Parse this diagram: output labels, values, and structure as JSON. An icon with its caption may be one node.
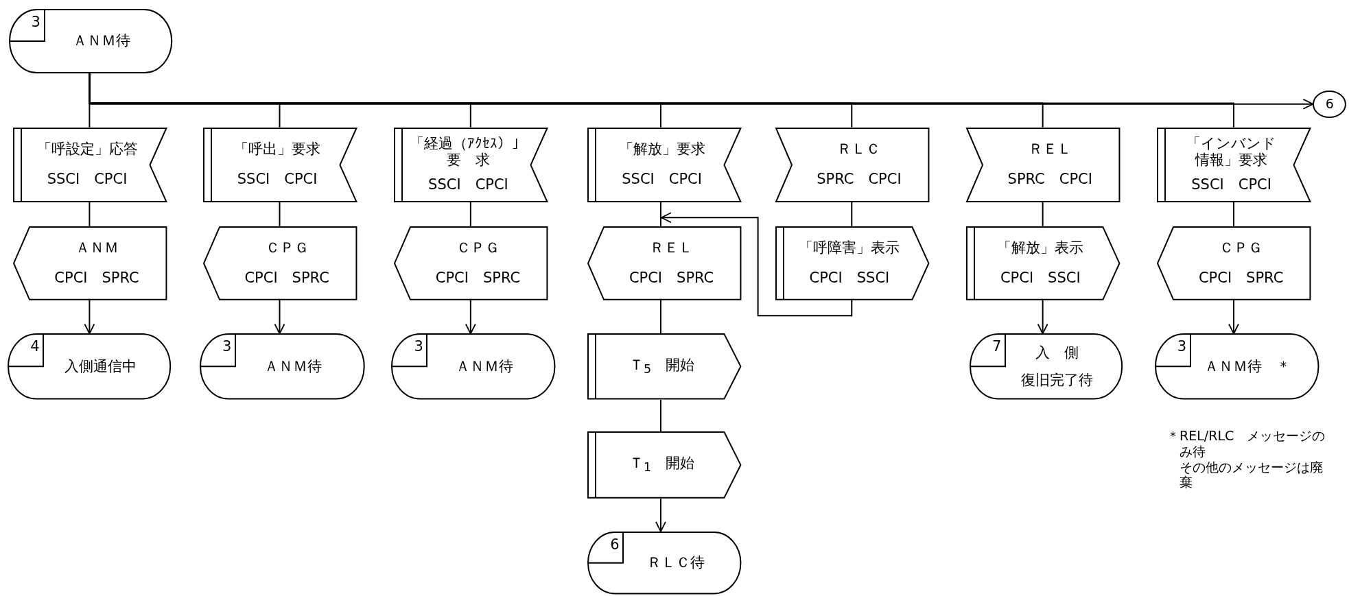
{
  "diagram": {
    "nodes": [
      {
        "text": [
          "3",
          "ＡＮＭ待"
        ]
      },
      {
        "text": [
          "「呼設定」応答",
          "SSCI　CPCI"
        ]
      },
      {
        "text": [
          "「呼出」要求",
          "SSCI　CPCI"
        ]
      },
      {
        "text": [
          "「経過（ｱｸｾｽ）」要　求",
          "SSCI　CPCI"
        ]
      },
      {
        "text": [
          "「解放」要求",
          "SSCI　CPCI"
        ]
      },
      {
        "text": [
          "ＲＬＣ",
          "SPRC　CPCI"
        ]
      },
      {
        "text": [
          "ＲＥＬ",
          "SPRC　CPCI"
        ]
      },
      {
        "text": [
          "「インバンド情報」要求",
          "SSCI　CPCI"
        ]
      },
      {
        "text": [
          "ＡＮＭ",
          "CPCI　SPRC"
        ]
      },
      {
        "text": [
          "ＣＰＧ",
          "CPCI　SPRC"
        ]
      },
      {
        "text": [
          "ＣＰＧ",
          "CPCI　SPRC"
        ]
      },
      {
        "text": [
          "ＲＥＬ",
          "CPCI　SPRC"
        ]
      },
      {
        "text": [
          "「呼障害」表示",
          "CPCI　SSCI"
        ]
      },
      {
        "text": [
          "「解放」表示",
          "CPCI　SSCI"
        ]
      },
      {
        "text": [
          "ＣＰＧ",
          "CPCI　SPRC"
        ]
      },
      {
        "text": [
          "4",
          "入側通信中"
        ]
      },
      {
        "text": [
          "3",
          "ＡＮＭ待"
        ]
      },
      {
        "text": [
          "3",
          "ＡＮＭ待"
        ]
      },
      {
        "text": [
          "Ｔ$_{5}$　開始"
        ]
      },
      {
        "text": [
          "7",
          "入　側",
          "復旧完了待"
        ]
      },
      {
        "text": [
          "3",
          "ＡＮＭ待　＊"
        ]
      },
      {
        "text": [
          "Ｔ$_{1}$　開始"
        ]
      },
      {
        "text": [
          "6",
          "ＲＬＣ待"
        ]
      },
      {
        "text": [
          "6"
        ]
      }
    ],
    "edges": [
      {
        "from": 0,
        "to": 1,
        "arrow": "none"
      },
      {
        "from": 0,
        "to": 2,
        "arrow": "none"
      },
      {
        "from": 0,
        "to": 3,
        "arrow": "none"
      },
      {
        "from": 0,
        "to": 4,
        "arrow": "none"
      },
      {
        "from": 0,
        "to": 5,
        "arrow": "none"
      },
      {
        "from": 0,
        "to": 6,
        "arrow": "none"
      },
      {
        "from": 0,
        "to": 7,
        "arrow": "none"
      },
      {
        "from": 0,
        "to": 23,
        "arrow": "to"
      },
      {
        "from": 1,
        "to": 8,
        "arrow": "none"
      },
      {
        "from": 2,
        "to": 9,
        "arrow": "none"
      },
      {
        "from": 3,
        "to": 10,
        "arrow": "none"
      },
      {
        "from": 4,
        "to": 11,
        "arrow": "none"
      },
      {
        "from": 5,
        "to": 12,
        "arrow": "none"
      },
      {
        "from": 6,
        "to": 13,
        "arrow": "none"
      },
      {
        "from": 7,
        "to": 14,
        "arrow": "none"
      },
      {
        "from": 8,
        "to": 15,
        "arrow": "to"
      },
      {
        "from": 9,
        "to": 16,
        "arrow": "to"
      },
      {
        "from": 10,
        "to": 17,
        "arrow": "to"
      },
      {
        "from": 11,
        "to": 18,
        "arrow": "none"
      },
      {
        "from": 12,
        "to": 11,
        "arrow": "to"
      },
      {
        "from": 13,
        "to": 19,
        "arrow": "to"
      },
      {
        "from": 14,
        "to": 20,
        "arrow": "to"
      },
      {
        "from": 18,
        "to": 21,
        "arrow": "none"
      },
      {
        "from": 21,
        "to": 22,
        "arrow": "to"
      }
    ],
    "labels": [
      "＊REL/RLC　メッセージのみ待",
      "その他のメッセージは廃棄"
    ]
  }
}
